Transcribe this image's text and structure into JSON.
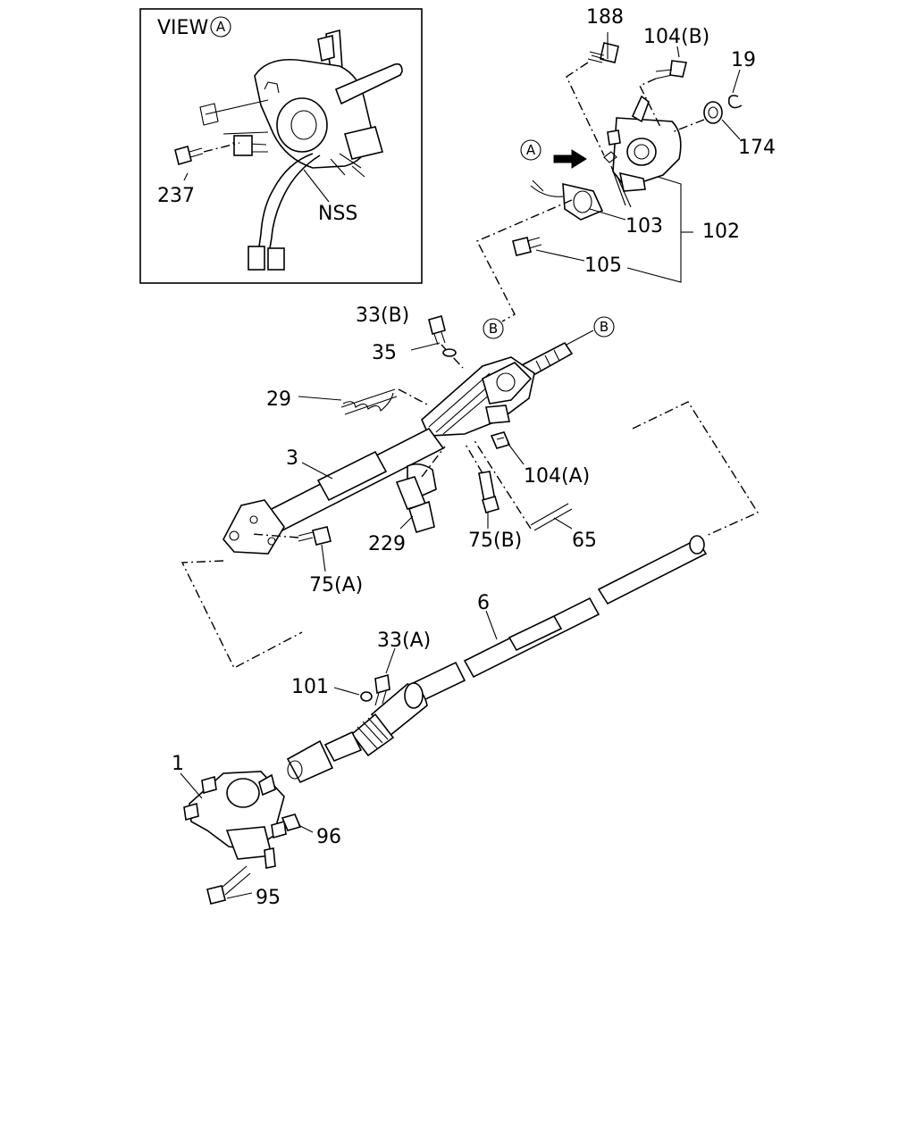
{
  "inset": {
    "title": "VIEW",
    "circle_ref": "A",
    "labels": {
      "bolt": "237",
      "harness": "NSS"
    }
  },
  "callouts": {
    "p188": "188",
    "p104b": "104(B)",
    "p19": "19",
    "p174": "174",
    "p103": "103",
    "p102": "102",
    "p105": "105",
    "view_ref_a": "A",
    "ref_b1": "B",
    "ref_b2": "B",
    "p33b": "33(B)",
    "p35": "35",
    "p29": "29",
    "p3": "3",
    "p104a": "104(A)",
    "p229": "229",
    "p75b": "75(B)",
    "p65": "65",
    "p75a": "75(A)",
    "p6": "6",
    "p33a": "33(A)",
    "p101": "101",
    "p1": "1",
    "p96": "96",
    "p95": "95"
  }
}
